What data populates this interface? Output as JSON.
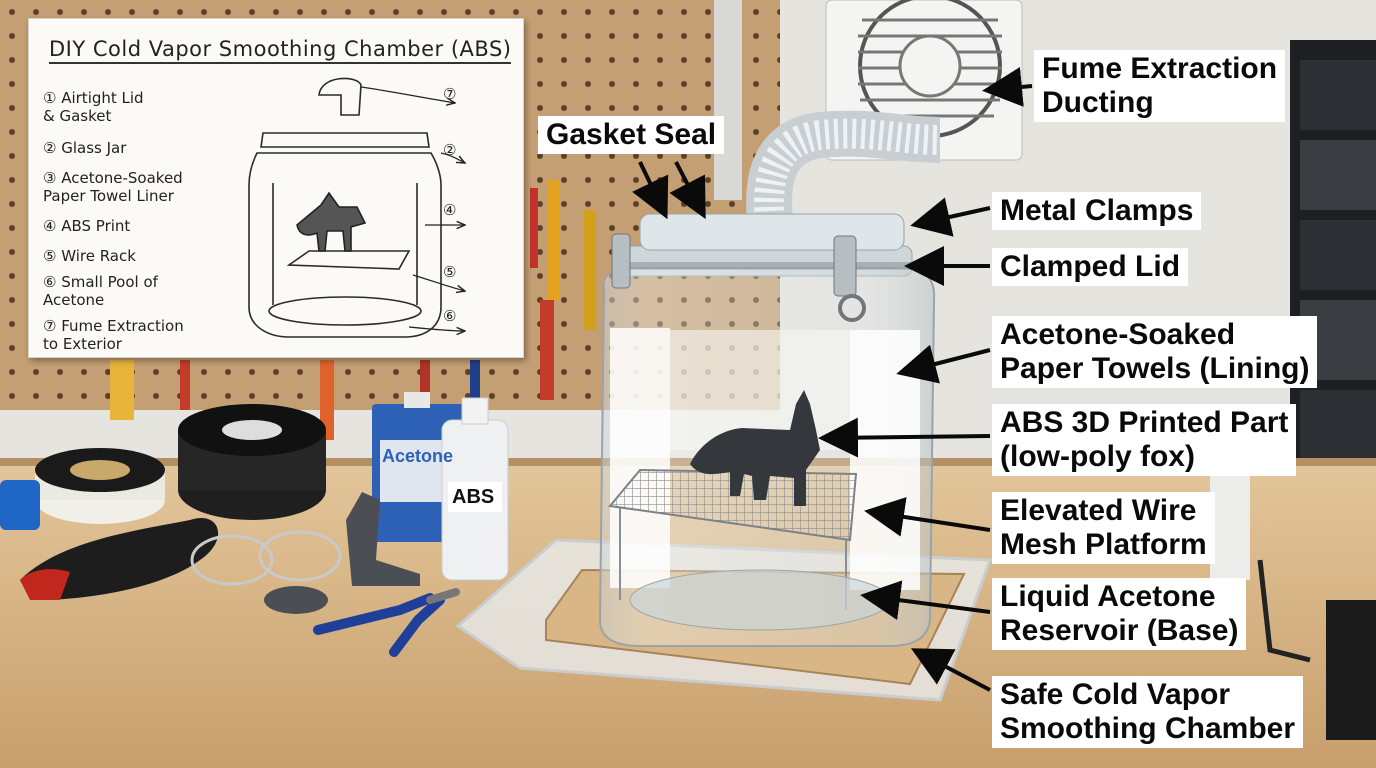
{
  "sketch": {
    "title": "DIY Cold Vapor Smoothing Chamber (ABS)",
    "items": [
      "① Airtight Lid\n   & Gasket",
      "② Glass Jar",
      "③ Acetone-Soaked\n   Paper Towel Liner",
      "④ ABS Print",
      "⑤ Wire Rack",
      "⑥ Small Pool of\n   Acetone",
      "⑦ Fume Extraction\n   to Exterior"
    ],
    "callout_numbers": [
      "⑦",
      "②",
      "④",
      "⑤",
      "⑥"
    ]
  },
  "labels": {
    "gasket_seal": "Gasket Seal",
    "fume_extraction": "Fume Extraction\nDucting",
    "metal_clamps": "Metal Clamps",
    "clamped_lid": "Clamped Lid",
    "paper_towels": "Acetone-Soaked\nPaper Towels (Lining)",
    "abs_part": "ABS 3D Printed Part\n(low-poly fox)",
    "wire_platform": "Elevated Wire\nMesh Platform",
    "reservoir": "Liquid Acetone\nReservoir (Base)",
    "chamber": "Safe Cold Vapor\nSmoothing Chamber"
  },
  "products": {
    "acetone_can": "Acetone",
    "bottle": "ABS"
  },
  "colors": {
    "pegboard": "#c9a37a",
    "workbench": "#d9b98c",
    "wall": "#e8e6e1",
    "label_bg": "#ffffff",
    "arrow": "#0a0a0a"
  }
}
